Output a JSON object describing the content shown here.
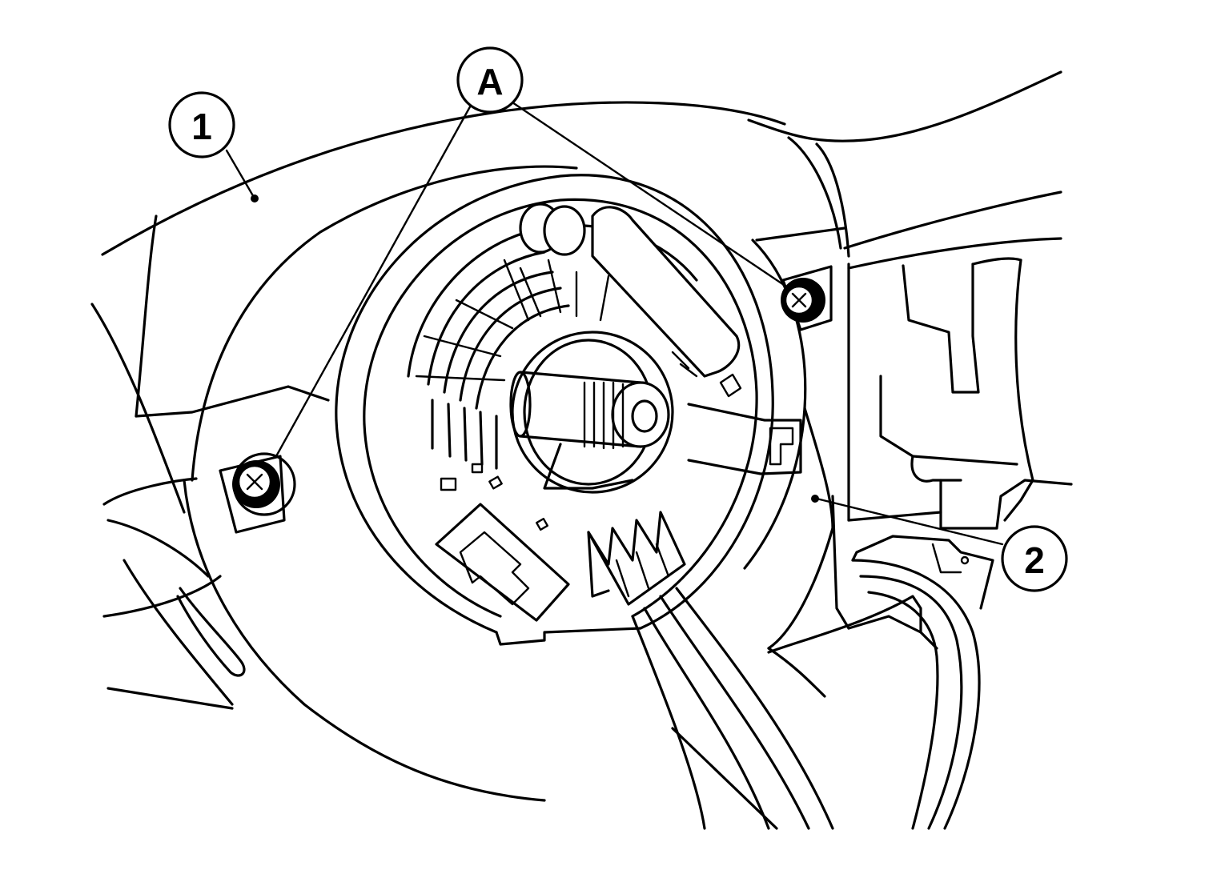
{
  "diagram": {
    "callouts": {
      "component_1": "1",
      "component_2": "2",
      "screws": "A"
    },
    "colors": {
      "line": "#000000",
      "background": "#ffffff"
    }
  }
}
